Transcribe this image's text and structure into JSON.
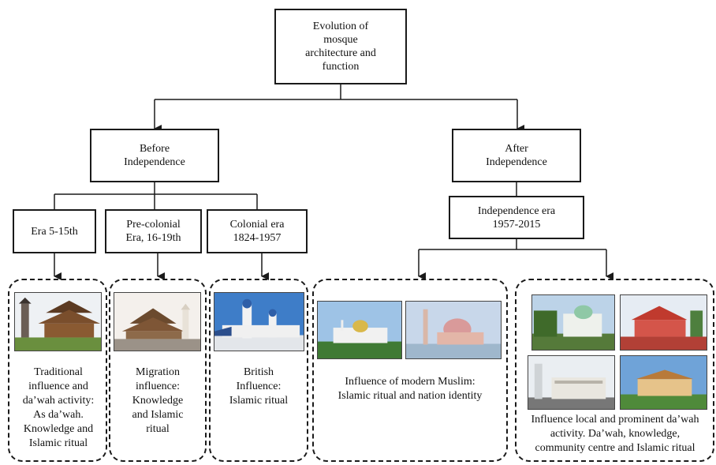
{
  "title": "Evolution of\nmosque\narchitecture and\nfunction",
  "before": "Before\nIndependence",
  "after": "After\nIndependence",
  "eras": {
    "era1": "Era 5-15th",
    "era2": "Pre-colonial\nEra, 16-19th",
    "era3": "Colonial era\n1824-1957",
    "era4": "Independence era\n1957-2015"
  },
  "captions": {
    "c1": "Traditional\ninfluence and\nda’wah activity:\nAs da’wah.\nKnowledge and\nIslamic ritual",
    "c2": "Migration\ninfluence:\nKnowledge\nand Islamic\nritual",
    "c3": "British\nInfluence:\nIslamic ritual",
    "c4": "Influence of modern Muslim:\nIslamic ritual and nation identity",
    "c5": "Influence local and prominent da’wah\nactivity. Da’wah, knowledge,\ncommunity centre and Islamic ritual"
  },
  "colors": {
    "line": "#1a1a1a",
    "sky": "#6fa3d8",
    "grass": "#4f8a3a",
    "roof": "#6b4a2e",
    "dome": "#d9a3a3"
  }
}
